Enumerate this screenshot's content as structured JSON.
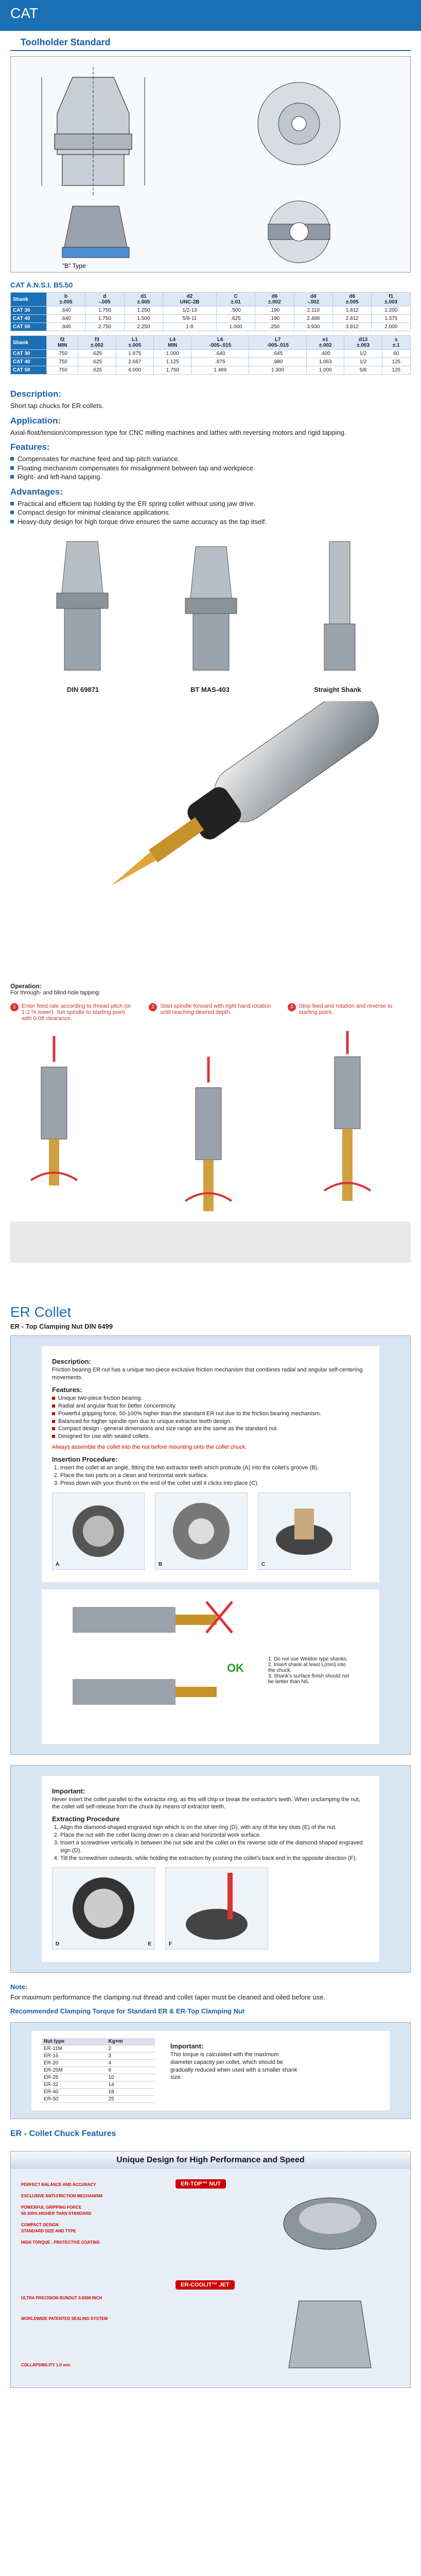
{
  "header": {
    "title": "CAT"
  },
  "toolholder": {
    "title": "Toolholder Standard",
    "drawing_labels": {
      "b_type": "\"B\" Type"
    }
  },
  "spec": {
    "title": "CAT A.N.S.I. B5.50",
    "table1": {
      "row_label": "Shank",
      "columns": [
        {
          "sym": "b",
          "tol": "±.005"
        },
        {
          "sym": "d",
          "tol": "-.005"
        },
        {
          "sym": "d1",
          "tol": "±.005"
        },
        {
          "sym": "d2",
          "tol": "UNC-2B"
        },
        {
          "sym": "C",
          "tol": "±.01"
        },
        {
          "sym": "d6",
          "tol": "±.002"
        },
        {
          "sym": "d4",
          "tol": "-.002"
        },
        {
          "sym": "d6",
          "tol": "±.005"
        },
        {
          "sym": "f1",
          "tol": "±.003"
        }
      ],
      "rows": [
        {
          "label": "CAT 30",
          "values": [
            ".640",
            "1.750",
            "1.250",
            "1/2-13",
            ".500",
            ".190",
            "2.110",
            "1.812",
            "1.200"
          ]
        },
        {
          "label": "CAT 40",
          "values": [
            ".640",
            "1.750",
            "1.500",
            "5/8-11",
            ".625",
            ".190",
            "2.498",
            "2.812",
            "1.375"
          ]
        },
        {
          "label": "CAT 50",
          "values": [
            ".940",
            "2.750",
            "2.250",
            "1-8",
            "1.000",
            ".250",
            "3.930",
            "3.812",
            "2.000"
          ]
        }
      ]
    },
    "table2": {
      "row_label": "Shank",
      "columns": [
        {
          "sym": "f2",
          "tol": "MIN"
        },
        {
          "sym": "f3",
          "tol": "±.002"
        },
        {
          "sym": "L1",
          "tol": "±.005"
        },
        {
          "sym": "L4",
          "tol": "MIN"
        },
        {
          "sym": "L6",
          "tol": "-005-.015"
        },
        {
          "sym": "L7",
          "tol": "-005-.015"
        },
        {
          "sym": "e1",
          "tol": "±.002"
        },
        {
          "sym": "d13",
          "tol": "±.003"
        },
        {
          "sym": "s",
          "tol": "±.1"
        }
      ],
      "rows": [
        {
          "label": "CAT 30",
          "values": [
            ".750",
            ".625",
            "1.875",
            "1.000",
            ".640",
            ".645",
            ".400",
            "1/2",
            "60"
          ]
        },
        {
          "label": "CAT 40",
          "values": [
            ".750",
            ".625",
            "2.687",
            "1.125",
            ".875",
            ".980",
            "1.063",
            "1/2",
            "125"
          ]
        },
        {
          "label": "CAT 50",
          "values": [
            ".750",
            ".625",
            "4.000",
            "1.750",
            "1.469",
            "1.300",
            "1.000",
            "5/8",
            "125"
          ]
        }
      ]
    }
  },
  "description": {
    "title": "Description:",
    "text": "Short tap chucks for ER collets."
  },
  "application": {
    "title": "Application:",
    "text": "Axial-float/tension/compression type for CNC milling machines and lathes with reversing motors and rigid tapping."
  },
  "features": {
    "title": "Features:",
    "items": [
      "Compensates for machine feed and tap pitch variance.",
      "Floating mechanism compensates for misalignment between tap and workpiece.",
      "Right- and left-hand tapping."
    ]
  },
  "advantages": {
    "title": "Advantages:",
    "items": [
      "Practical and efficient tap holding by the ER spring collet without using jaw drive.",
      "Compact design for minimal clearance applications.",
      "Heavy-duty design for high torque drive ensures the same accuracy as the tap itself."
    ]
  },
  "holders": {
    "labels": [
      "DIN 69871",
      "BT MAS-403",
      "Straight Shank"
    ]
  },
  "operation": {
    "title": "Operation:",
    "sub": "For through- and blind-hole tapping:",
    "steps": [
      {
        "num": "1",
        "text": "Enter feed rate according to thread pitch (or 1-2 % lower). Set spindle to starting point with 0.08 clearance."
      },
      {
        "num": "2",
        "text": "Start spindle forward with right hand rotation until reaching desired depth."
      },
      {
        "num": "3",
        "text": "Stop feed and rotation and reverse to starting point."
      }
    ]
  },
  "er": {
    "title": "ER Collet",
    "subtitle": "ER - Top Clamping Nut DIN 6499",
    "desc_title": "Description:",
    "desc_text": "Friction bearing ER nut has a unique two-piece exclusive friction mechanism that combines radial and angular self-centering movements.",
    "feat_title": "Features:",
    "feat_items": [
      "Unique two-piece friction bearing.",
      "Radial and angular float for better concentricity.",
      "Powerful gripping force, 50-100% higher than the standard ER nut due to the friction bearing mechanism.",
      "Balanced for higher spindle rpm due to unique extractor teeth design.",
      "Compact design - general dimensions and size range are the same as the standard nut.",
      "Designed for use with sealed collets."
    ],
    "warning": "Always assemble the collet into the nut before mounting onto the collet chuck.",
    "insert_title": "Insertion Procedure:",
    "insert_items": [
      "Insert the collet at an angle, fitting the two extractor teeth which protrude (A) into the collet's groove (B).",
      "Place the two parts on a clean and horizontal work surface.",
      "Press down with your thumb on the end of the collet until it clicks into place (C)."
    ],
    "img_labels": [
      "A",
      "B",
      "C"
    ],
    "ok_label": "OK",
    "ok_notes": [
      "1. Do not use Weldon type shanks.",
      "2. Insert shank at least L(min) into the chuck.",
      "3. Shank's surface finish should not be better than N6."
    ],
    "important_title": "Important:",
    "important_text": "Never insert the collet parallel to the extractor ring, as this will chip or break the extractor's teeth. When unclamping the nut, the collet will self-release from the chuck by means of extractor teeth.",
    "extract_title": "Extracting Procedure",
    "extract_items": [
      "Align the diamond-shaped engraved sign which is on the silver ring (D), with any of the key slots (E) of the nut.",
      "Place the nut with the collet facing down on a clean and horizontal work surface.",
      "Insert a screwdriver vertically in between the nut side and the collet on the reverse side of the diamond-shaped engraved sign (D).",
      "Tilt the screwdriver outwards, while holding the extraction by pushing the collet's back end in the opposite direction (F)."
    ],
    "extract_labels": [
      "D",
      "E",
      "F"
    ],
    "note_title": "Note:",
    "note_text": "For maximum performance the clamping nut thread and collet taper must be cleaned and oiled before use.",
    "torque_title": "Recommended Clamping Torque for Standard ER & ER-Top Clamping Nut",
    "torque_headers": [
      "Nut type",
      "Kg×m"
    ],
    "torque_rows": [
      [
        "ER-11M",
        "2"
      ],
      [
        "ER-16",
        "3"
      ],
      [
        "ER-20",
        "4"
      ],
      [
        "ER-25M",
        "6"
      ],
      [
        "ER-25",
        "10"
      ],
      [
        "ER-32",
        "14"
      ],
      [
        "ER-40",
        "18"
      ],
      [
        "ER-50",
        "25"
      ]
    ],
    "torque_important_title": "Important:",
    "torque_important_text": "This torque is calculated with the maximum diameter capacity per collet, which should be gradually reduced when used with a smaller shank size."
  },
  "chuck_features": {
    "title": "ER - Collet Chuck Features",
    "head": "Unique Design for High Performance and Speed",
    "badge1": "ER-TOP™ NUT",
    "badge2": "ER-COOLIT™ JET",
    "labels": [
      "PERFECT BALANCE AND ACCURACY",
      "EXCLUSIVE ANTI-FRICTION MECHANISM",
      "POWERFUL GRIPPING FORCE",
      "50-100% HIGHER THAN STANDARD",
      "COMPACT DESIGN",
      "STANDARD SIZE AND TYPE",
      "HIGH TORQUE - PROTECTIVE COATING",
      "ULTRA PRECISION RUNOUT 0.0008 INCH",
      "WORLDWIDE PATENTED SEALING SYSTEM",
      "COLLAPSIBILITY 1.0 mm"
    ]
  }
}
